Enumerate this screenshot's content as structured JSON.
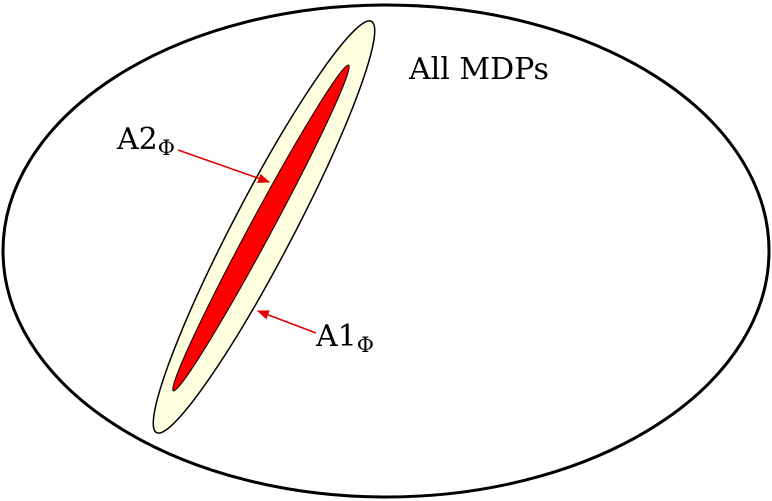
{
  "diagram": {
    "outer_set": {
      "label": "All MDPs"
    },
    "a1": {
      "base": "A1",
      "subscript": "Φ"
    },
    "a2": {
      "base": "A2",
      "subscript": "Φ"
    },
    "colors": {
      "outer_stroke": "#000000",
      "outer_fill": "#ffffff",
      "a1_fill": "#ffffe0",
      "a2_fill": "#ff0000",
      "arrow": "#e00000"
    }
  }
}
